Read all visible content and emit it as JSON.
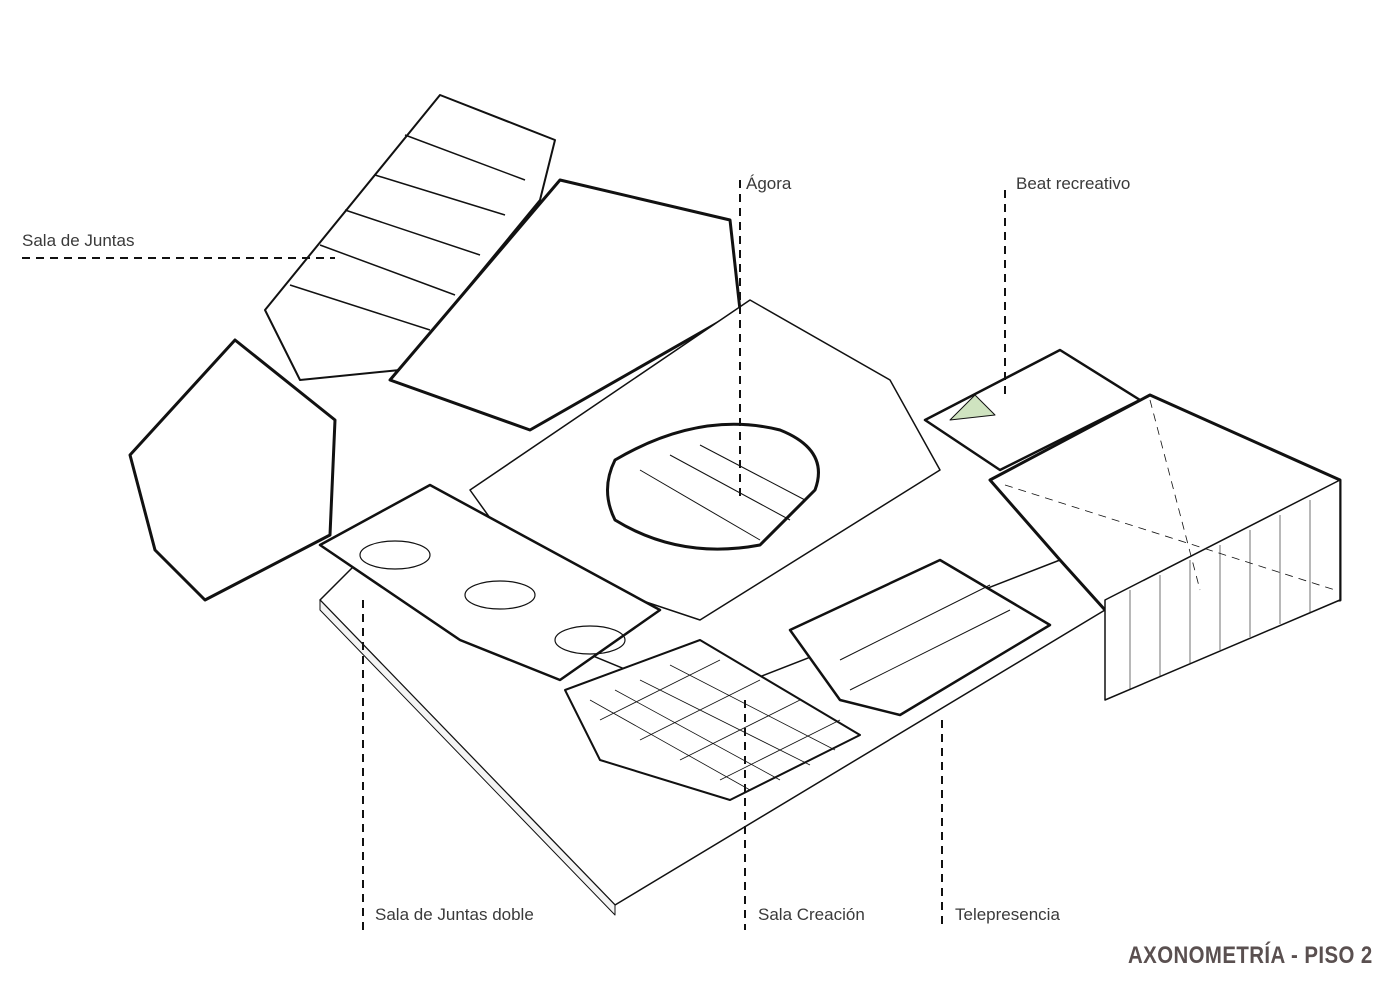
{
  "title": "AXONOMETRÍA - PISO 2",
  "labels": {
    "sala_juntas": "Sala de Juntas",
    "agora": "Ágora",
    "beat_recreativo": "Beat recreativo",
    "sala_juntas_doble": "Sala de Juntas doble",
    "sala_creacion": "Sala Creación",
    "telepresencia": "Telepresencia"
  },
  "colors": {
    "title": "#5a5050",
    "line": "#111111",
    "accent_green": "#cfe3c0"
  }
}
